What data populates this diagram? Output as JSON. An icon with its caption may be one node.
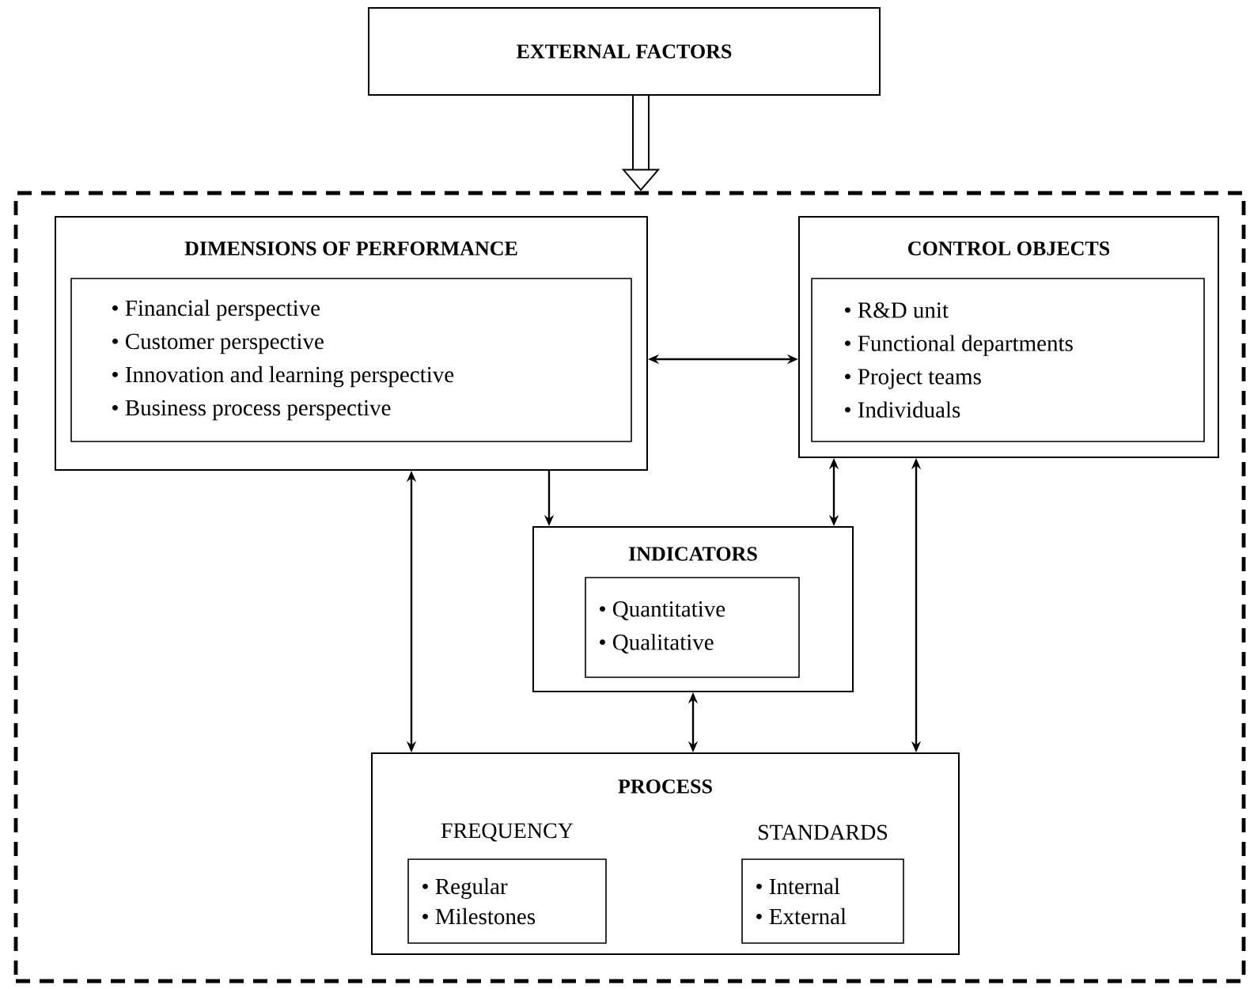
{
  "diagram": {
    "nodes": [
      {
        "text": [
          "EXTERNAL FACTORS"
        ]
      },
      {
        "text": [],
        "shape": "box"
      },
      {
        "text": [
          "DIMENSIONS OF PERFORMANCE"
        ],
        "in": 1
      },
      {
        "text": [
          "• Financial perspective",
          "• Customer perspective",
          "• Innovation and learning perspective",
          "• Business process perspective"
        ],
        "in": 2
      },
      {
        "text": [
          "CONTROL OBJECTS"
        ],
        "in": 1
      },
      {
        "text": [
          "• R&D unit",
          "• Functional departments",
          "• Project teams",
          "• Individuals"
        ],
        "in": 4
      },
      {
        "text": [
          "INDICATORS"
        ],
        "in": 1
      },
      {
        "text": [
          "• Quantitative",
          "• Qualitative"
        ],
        "in": 6
      },
      {
        "text": [
          "PROCESS"
        ],
        "in": 1
      },
      {
        "text": [
          "FREQUENCY",
          "• Regular",
          "• Milestones"
        ],
        "in": 8
      },
      {
        "text": [
          "STANDARDS",
          "• Internal",
          "• External"
        ],
        "in": 8
      }
    ],
    "edges": [
      {
        "from": 0,
        "to": 1,
        "arrow": "to",
        "style": "thick"
      },
      {
        "from": 2,
        "to": 4,
        "arrow": "both"
      },
      {
        "from": 2,
        "to": 6,
        "arrow": "to"
      },
      {
        "from": 2,
        "to": 8,
        "arrow": "both"
      },
      {
        "from": 4,
        "to": 6,
        "arrow": "both"
      },
      {
        "from": 4,
        "to": 8,
        "arrow": "both"
      },
      {
        "from": 6,
        "to": 8,
        "arrow": "both"
      }
    ]
  }
}
